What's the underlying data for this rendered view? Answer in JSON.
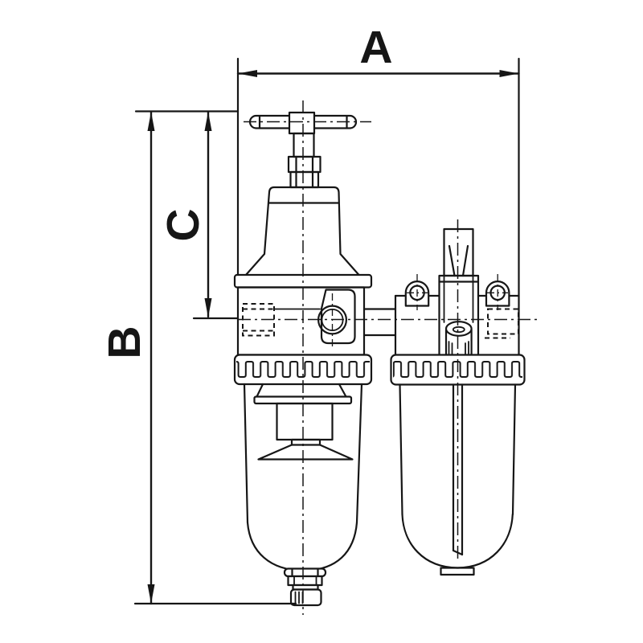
{
  "page": {
    "background": "#ffffff",
    "ink": "#161616"
  },
  "dimensions": {
    "a": {
      "label": "A",
      "axis": "horizontal",
      "position": "top"
    },
    "b": {
      "label": "B",
      "axis": "vertical",
      "position": "left-outer"
    },
    "c": {
      "label": "C",
      "axis": "vertical",
      "position": "left-inner"
    }
  },
  "drawing": {
    "kind": "technical-outline-drawing",
    "subject": "filter-regulator-lubricator service unit",
    "units": [
      "filter-regulator",
      "lubricator"
    ],
    "regulator_parts": [
      "t-handle",
      "adjustment-stem",
      "lock-nut",
      "spring-bonnet",
      "body-flange",
      "regulator-body",
      "inlet-port",
      "gauge-port",
      "bowl-ring",
      "filter-bowl",
      "baffle-plate",
      "filter-element",
      "deflector-cone",
      "drain-valve"
    ],
    "lubricator_parts": [
      "fill-plug",
      "sight-dome-housing",
      "sight-feed-cylinder",
      "mounting-ear-left",
      "mounting-ear-right",
      "lubricator-body",
      "connection-nipple",
      "outlet-port",
      "bowl-ring",
      "oil-bowl",
      "suction-tube",
      "bowl-foot"
    ]
  }
}
